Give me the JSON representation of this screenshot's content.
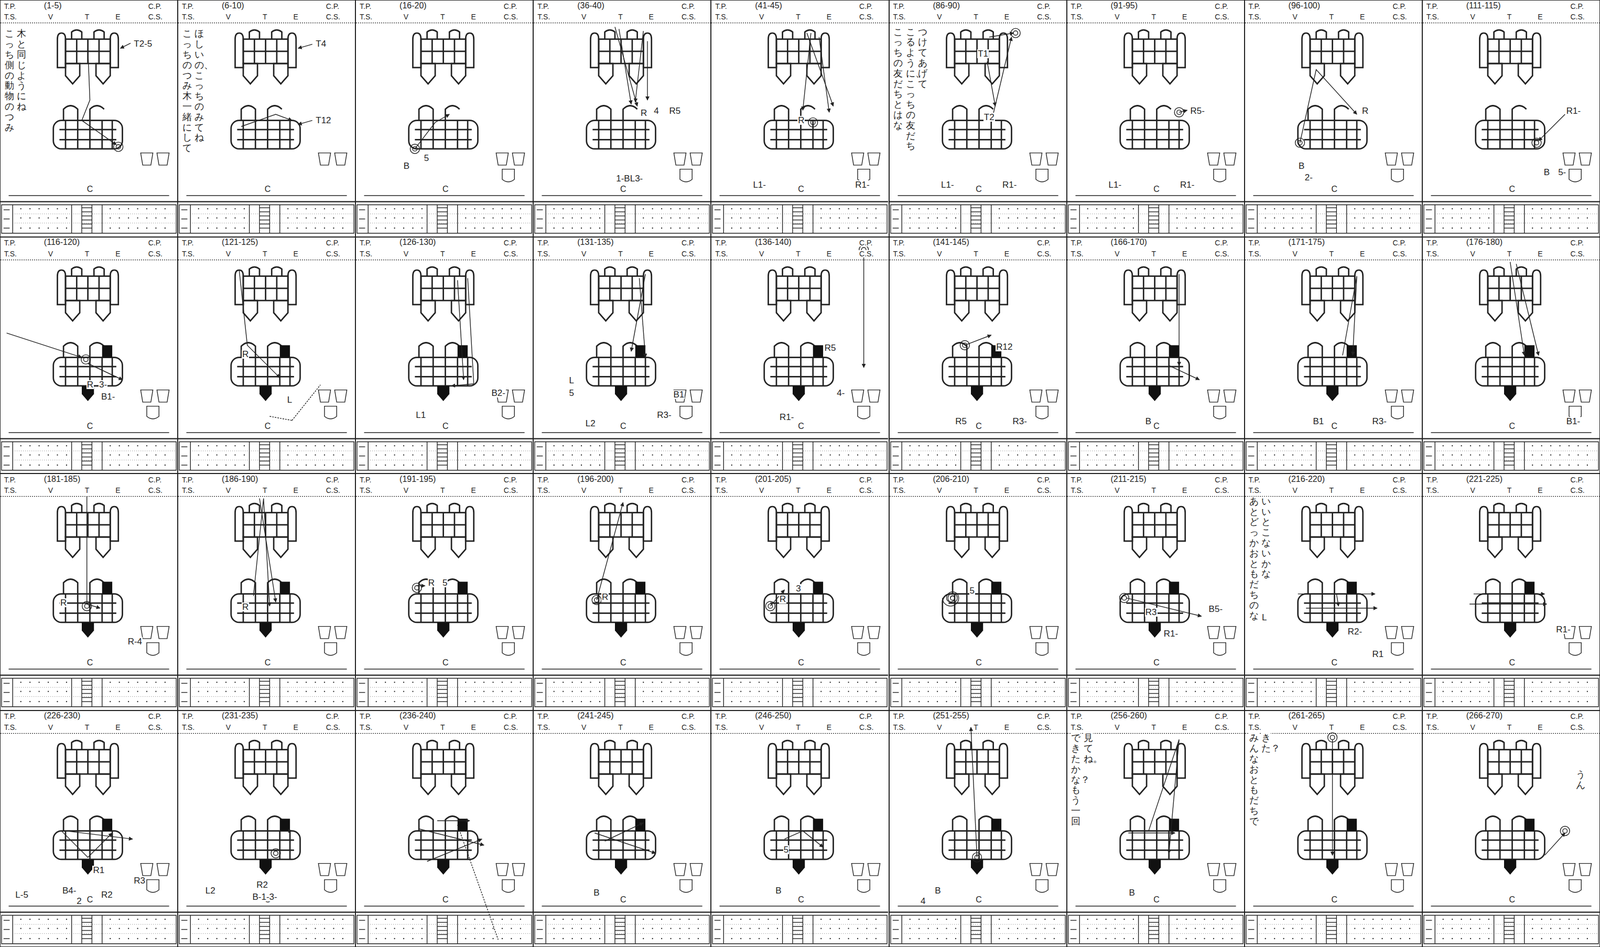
{
  "diagram": {
    "nodes": [
      {
        "text": [
          "T.P.",
          "(1-5)",
          "C.P.",
          "T.S.",
          "V",
          "T",
          "E",
          "C.S.",
          "C",
          "木と同じようにね",
          "こっち側の動物のつみ",
          "T2-5"
        ]
      },
      {
        "text": [
          "T.P.",
          "(6-10)",
          "C.P.",
          "T.S.",
          "V",
          "T",
          "E",
          "C.S.",
          "C",
          "ほしいの、こっちのみてね",
          "こっちのつみ木一緒にして",
          "T4",
          "T12"
        ]
      },
      {
        "text": [
          "T.P.",
          "(16-20)",
          "C.P.",
          "T.S.",
          "V",
          "T",
          "E",
          "C.S.",
          "C",
          "B",
          "5"
        ]
      },
      {
        "text": [
          "T.P.",
          "(36-40)",
          "C.P.",
          "T.S.",
          "V",
          "T",
          "E",
          "C.S.",
          "C",
          "R",
          "4",
          "R5",
          "1-BL3-"
        ]
      },
      {
        "text": [
          "T.P.",
          "(41-45)",
          "C.P.",
          "T.S.",
          "V",
          "T",
          "E",
          "C.S.",
          "C",
          "R",
          "L1-",
          "R1-"
        ]
      },
      {
        "text": [
          "T.P.",
          "(86-90)",
          "C.P.",
          "T.S.",
          "V",
          "T",
          "E",
          "C.S.",
          "C",
          "つけてあげて",
          "こるように、こっちの友だち",
          "こっちの友だちとはな",
          "T1",
          "T2",
          "L1-",
          "R1-"
        ]
      },
      {
        "text": [
          "T.P.",
          "(91-95)",
          "C.P.",
          "T.S.",
          "V",
          "T",
          "E",
          "C.S.",
          "C",
          "R5-",
          "L1-",
          "R1-"
        ]
      },
      {
        "text": [
          "T.P.",
          "(96-100)",
          "C.P.",
          "T.S.",
          "V",
          "T",
          "E",
          "C.S.",
          "C",
          "R",
          "B",
          "2-"
        ]
      },
      {
        "text": [
          "T.P.",
          "(111-115)",
          "C.P.",
          "T.S.",
          "V",
          "T",
          "E",
          "C.S.",
          "C",
          "R1-",
          "B",
          "5-"
        ]
      },
      {
        "text": [
          "T.P.",
          "(116-120)",
          "C.P.",
          "T.S.",
          "V",
          "T",
          "E",
          "C.S.",
          "C",
          "R",
          "3-",
          "B1-"
        ]
      },
      {
        "text": [
          "T.P.",
          "(121-125)",
          "C.P.",
          "T.S.",
          "V",
          "T",
          "E",
          "C.S.",
          "C",
          "R",
          "L"
        ]
      },
      {
        "text": [
          "T.P.",
          "(126-130)",
          "C.P.",
          "T.S.",
          "V",
          "T",
          "E",
          "C.S.",
          "C",
          "L1",
          "B2-"
        ]
      },
      {
        "text": [
          "T.P.",
          "(131-135)",
          "C.P.",
          "T.S.",
          "V",
          "T",
          "E",
          "C.S.",
          "C",
          "L",
          "5",
          "L2",
          "B1",
          "R3-"
        ]
      },
      {
        "text": [
          "T.P.",
          "(136-140)",
          "C.P.",
          "T.S.",
          "V",
          "T",
          "E",
          "C.S.",
          "C",
          "R5",
          "4-",
          "R1-"
        ]
      },
      {
        "text": [
          "T.P.",
          "(141-145)",
          "C.P.",
          "T.S.",
          "V",
          "T",
          "E",
          "C.S.",
          "C",
          "R12",
          "R5",
          "R3-"
        ]
      },
      {
        "text": [
          "T.P.",
          "(166-170)",
          "C.P.",
          "T.S.",
          "V",
          "T",
          "E",
          "C.S.",
          "C",
          "B"
        ]
      },
      {
        "text": [
          "T.P.",
          "(171-175)",
          "C.P.",
          "T.S.",
          "V",
          "T",
          "E",
          "C.S.",
          "C",
          "B1",
          "R3-"
        ]
      },
      {
        "text": [
          "T.P.",
          "(176-180)",
          "C.P.",
          "T.S.",
          "V",
          "T",
          "E",
          "C.S.",
          "C",
          "B1-"
        ]
      },
      {
        "text": [
          "T.P.",
          "(181-185)",
          "C.P.",
          "T.S.",
          "V",
          "T",
          "E",
          "C.S.",
          "C",
          "R",
          "R-4"
        ]
      },
      {
        "text": [
          "T.P.",
          "(186-190)",
          "C.P.",
          "T.S.",
          "V",
          "T",
          "E",
          "C.S.",
          "C",
          "R"
        ]
      },
      {
        "text": [
          "T.P.",
          "(191-195)",
          "C.P.",
          "T.S.",
          "V",
          "T",
          "E",
          "C.S.",
          "C",
          "R",
          "5"
        ]
      },
      {
        "text": [
          "T.P.",
          "(196-200)",
          "C.P.",
          "T.S.",
          "V",
          "T",
          "E",
          "C.S.",
          "C",
          "R"
        ]
      },
      {
        "text": [
          "T.P.",
          "(201-205)",
          "C.P.",
          "T.S.",
          "V",
          "T",
          "E",
          "C.S.",
          "C",
          "R",
          "3"
        ]
      },
      {
        "text": [
          "T.P.",
          "(206-210)",
          "C.P.",
          "T.S.",
          "V",
          "T",
          "E",
          "C.S.",
          "C",
          "5"
        ]
      },
      {
        "text": [
          "T.P.",
          "(211-215)",
          "C.P.",
          "T.S.",
          "V",
          "T",
          "E",
          "C.S.",
          "C",
          "R3",
          "B5-",
          "R1-"
        ]
      },
      {
        "text": [
          "T.P.",
          "(216-220)",
          "C.P.",
          "T.S.",
          "V",
          "T",
          "E",
          "C.S.",
          "C",
          "いいとこないかな",
          "あとどっかおともだちのな",
          "L",
          "R2-",
          "R1"
        ]
      },
      {
        "text": [
          "T.P.",
          "(221-225)",
          "C.P.",
          "T.S.",
          "V",
          "T",
          "E",
          "C.S.",
          "C",
          "R1-"
        ]
      },
      {
        "text": [
          "T.P.",
          "(226-230)",
          "C.P.",
          "T.S.",
          "V",
          "T",
          "E",
          "C.S.",
          "C",
          "R1",
          "R3",
          "L-5",
          "B4-",
          "2",
          "R2"
        ]
      },
      {
        "text": [
          "T.P.",
          "(231-235)",
          "C.P.",
          "T.S.",
          "V",
          "T",
          "E",
          "C.S.",
          "C",
          "L2",
          "R2",
          "B-1-3-"
        ]
      },
      {
        "text": [
          "T.P.",
          "(236-240)",
          "C.P.",
          "T.S.",
          "V",
          "T",
          "E",
          "C.S.",
          "C"
        ]
      },
      {
        "text": [
          "T.P.",
          "(241-245)",
          "C.P.",
          "T.S.",
          "V",
          "T",
          "E",
          "C.S.",
          "C",
          "B"
        ]
      },
      {
        "text": [
          "T.P.",
          "(246-250)",
          "C.P.",
          "T.S.",
          "V",
          "T",
          "E",
          "C.S.",
          "C",
          "5",
          "B"
        ]
      },
      {
        "text": [
          "T.P.",
          "(251-255)",
          "C.P.",
          "T.S.",
          "V",
          "T",
          "E",
          "C.S.",
          "C",
          "4",
          "B"
        ]
      },
      {
        "text": [
          "T.P.",
          "(256-260)",
          "C.P.",
          "T.S.",
          "V",
          "T",
          "E",
          "C.S.",
          "C",
          "見てね。",
          "できたかな？もう一回",
          "B"
        ]
      },
      {
        "text": [
          "T.P.",
          "(261-265)",
          "C.P.",
          "T.S.",
          "V",
          "T",
          "E",
          "C.S.",
          "C",
          "きた？",
          "みんなおともだちで"
        ]
      },
      {
        "text": [
          "T.P.",
          "(266-270)",
          "C.P.",
          "T.S.",
          "V",
          "T",
          "E",
          "C.S.",
          "C",
          "うん"
        ]
      }
    ]
  }
}
